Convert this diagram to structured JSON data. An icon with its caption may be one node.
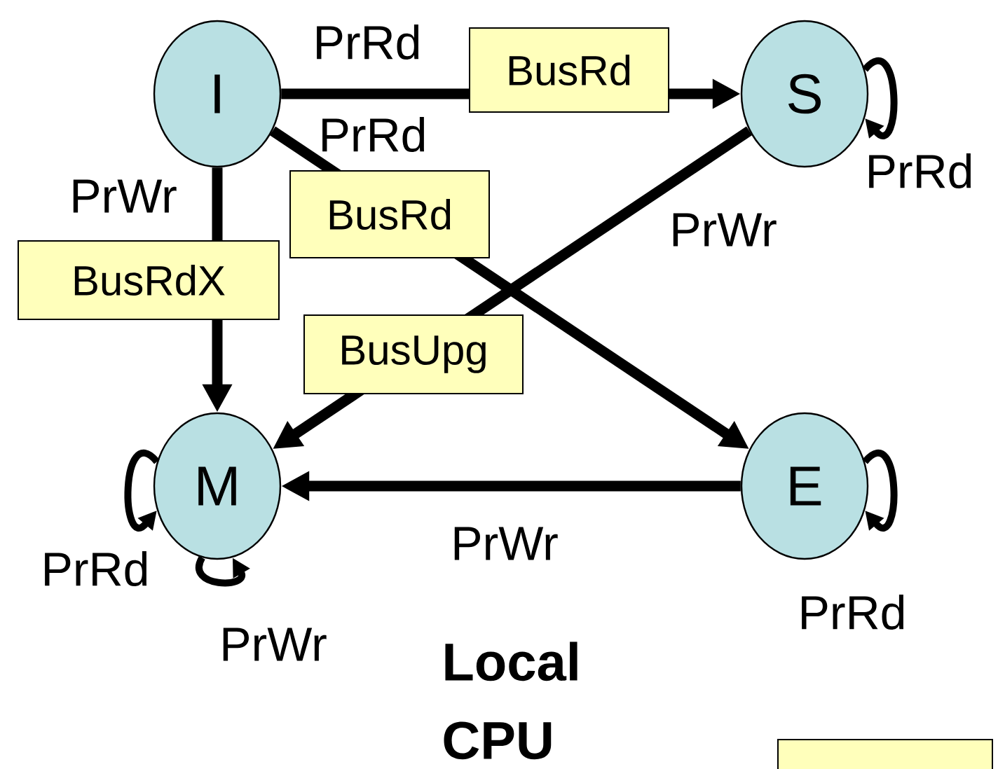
{
  "diagram": {
    "nodes": [
      {
        "text": [
          "I"
        ]
      },
      {
        "text": [
          "S"
        ]
      },
      {
        "text": [
          "M"
        ]
      },
      {
        "text": [
          "E"
        ]
      }
    ],
    "edges": [
      {
        "from": 0,
        "to": 1,
        "arrow": "to",
        "label": "PrRd"
      },
      {
        "from": 0,
        "to": 3,
        "arrow": "to",
        "label": "PrRd"
      },
      {
        "from": 0,
        "to": 2,
        "arrow": "to",
        "label": "PrWr"
      },
      {
        "from": 1,
        "to": 2,
        "arrow": "to",
        "label": "PrWr"
      },
      {
        "from": 3,
        "to": 2,
        "arrow": "to",
        "label": "PrWr"
      },
      {
        "from": 1,
        "to": 1,
        "arrow": "to",
        "label": "PrRd"
      },
      {
        "from": 2,
        "to": 2,
        "arrow": "to",
        "label": "PrRd"
      },
      {
        "from": 2,
        "to": 2,
        "arrow": "to",
        "label": "PrWr"
      },
      {
        "from": 3,
        "to": 3,
        "arrow": "to",
        "label": "PrRd"
      }
    ],
    "labels": [
      "BusRd",
      "BusRd",
      "BusRdX",
      "BusUpg",
      "Local CPU"
    ]
  }
}
